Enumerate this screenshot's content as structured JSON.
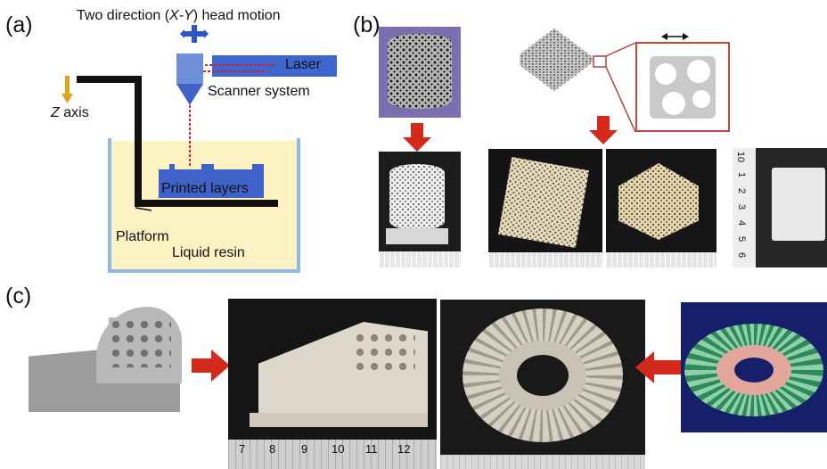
{
  "panels": {
    "a": {
      "label": "(a)",
      "title_prefix": "Two direction (",
      "title_axis": "X-Y",
      "title_suffix": ") head motion",
      "laser": "Laser",
      "scanner": "Scanner system",
      "z_axis_symbol": "Z",
      "z_axis_word": "axis",
      "printed_layers": "Printed layers",
      "platform": "Platform",
      "liquid_resin": "Liquid resin"
    },
    "b": {
      "label": "(b)",
      "ruler_marks": [
        "10",
        "1",
        "2",
        "3",
        "4",
        "5",
        "6"
      ]
    },
    "c": {
      "label": "(c)",
      "ruler_marks": [
        "7",
        "8",
        "9",
        "10",
        "11",
        "12"
      ]
    }
  },
  "colors": {
    "resin": "#fdf2c4",
    "tank": "#8fb8e6",
    "printed": "#3f62c8",
    "laser_head": "#4a74d6",
    "beam": "#cc2233",
    "arrow_red": "#d42a1e",
    "z_arrow": "#e0a020",
    "frame": "#111111"
  },
  "icons": [
    "motion-cross-icon",
    "down-arrow-icon",
    "right-arrow-icon",
    "left-arrow-icon",
    "double-arrow-icon"
  ]
}
